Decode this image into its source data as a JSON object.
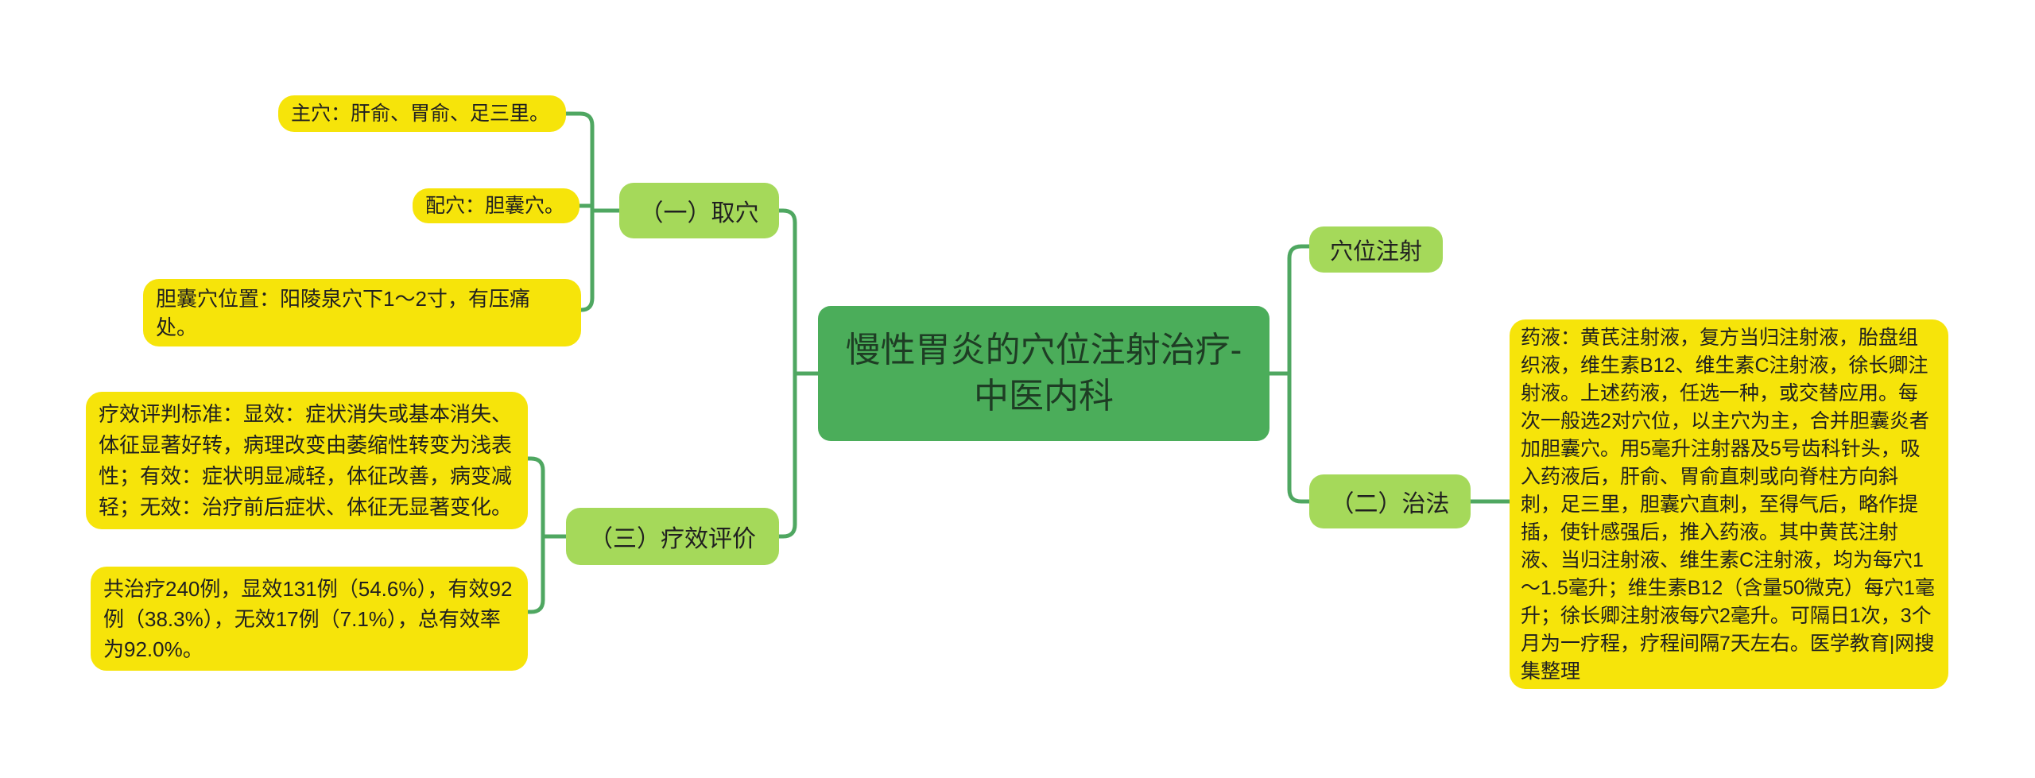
{
  "title": "慢性胃炎的穴位注射治疗-中医内科",
  "colors": {
    "node_yellow": "#F6E40A",
    "node_light_green": "#A5D95A",
    "node_root_green": "#4BAD5A",
    "connector_green": "#4FA761",
    "text_dark": "#202020",
    "root_text": "#1E3D24",
    "background": "#FFFFFF"
  },
  "nodes": {
    "root": "慢性胃炎的穴位注射治疗-中医内科",
    "quxue": "（一）取穴",
    "zhuxue": "主穴：肝俞、胃俞、足三里。",
    "peixue": "配穴：胆囊穴。",
    "dannang": "胆囊穴位置：阳陵泉穴下1～2寸，有压痛处。",
    "liaoxiao": "（三）疗效评价",
    "pingpan": "疗效评判标准：显效：症状消失或基本消失、体征显著好转，病理改变由萎缩性转变为浅表性；有效：症状明显减轻，体征改善，病变减轻；无效：治疗前后症状、体征无显著变化。",
    "zongjie": "共治疗240例，显效131例（54.6%），有效92例（38.3%），无效17例（7.1%），总有效率为92.0%。",
    "xuewei": "穴位注射",
    "zhifa": "（二）治法",
    "zhifa_detail": "药液：黄芪注射液，复方当归注射液，胎盘组织液，维生素B12、维生素C注射液，徐长卿注射液。上述药液，任选一种，或交替应用。每次一般选2对穴位，以主穴为主，合并胆囊炎者加胆囊穴。用5毫升注射器及5号齿科针头，吸入药液后，肝俞、胃俞直刺或向脊柱方向斜刺，足三里，胆囊穴直刺，至得气后，略作提插，使针感强后，推入药液。其中黄芪注射液、当归注射液、维生素C注射液，均为每穴1～1.5毫升；维生素B12（含量50微克）每穴1毫升；徐长卿注射液每穴2毫升。可隔日1次，3个月为一疗程，疗程间隔7天左右。医学教育|网搜集整理"
  }
}
